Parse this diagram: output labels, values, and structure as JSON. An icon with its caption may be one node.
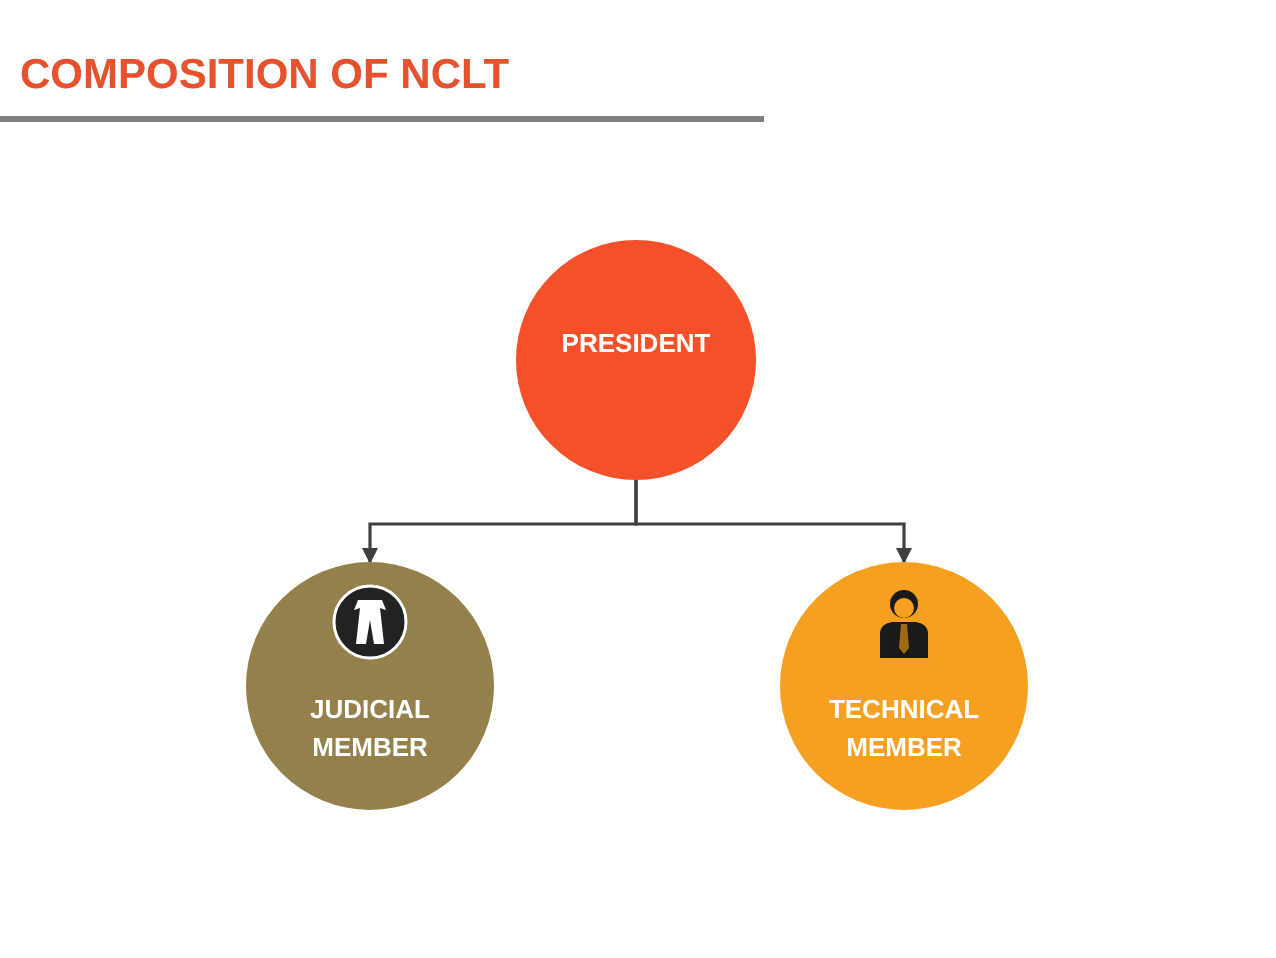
{
  "diagram": {
    "title": "COMPOSITION OF NCLT",
    "nodes": [
      {
        "text": [
          "PRESIDENT"
        ]
      },
      {
        "text": [
          "JUDICIAL MEMBER"
        ]
      },
      {
        "text": [
          "TECHNICAL MEMBER"
        ]
      }
    ],
    "edges": [
      {
        "from": 0,
        "to": 1,
        "arrow": "to"
      },
      {
        "from": 0,
        "to": 2,
        "arrow": "to"
      }
    ]
  }
}
